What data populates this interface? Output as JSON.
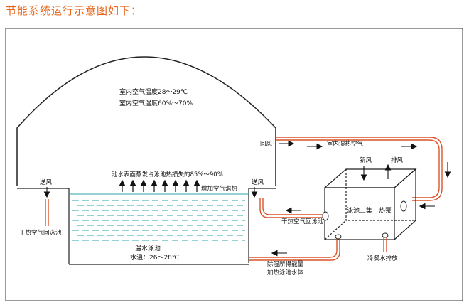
{
  "title": "节能系统运行示意图如下：",
  "colors": {
    "title": "#e8641b",
    "pipe": "#d9542b",
    "water_line": "#2aa0a8",
    "outline": "#222222"
  },
  "labels": {
    "indoor_temp": "室内空气温度28～29℃",
    "indoor_humidity": "室内空气湿度60%～70%",
    "return_air": "回风",
    "supply_air_left": "送风",
    "supply_air_right": "送风",
    "indoor_humid_air": "室内湿热空气",
    "fresh_air": "新风",
    "exhaust_air": "排风",
    "heat_pump": "泳池三集一热泵",
    "evaporation": "池水表面蒸发占泳池热损失的85%～90%",
    "latent_heat": "增加空气潜热",
    "dry_hot_air_right": "干热空气回泳池",
    "dry_hot_air_left": "干热空气回泳池",
    "pool_name": "温水泳池",
    "water_temp": "水温：26～28℃",
    "dehumid_energy_line1": "除湿所得能量",
    "dehumid_energy_line2": "加热泳池水体",
    "condensate": "冷凝水排放"
  }
}
